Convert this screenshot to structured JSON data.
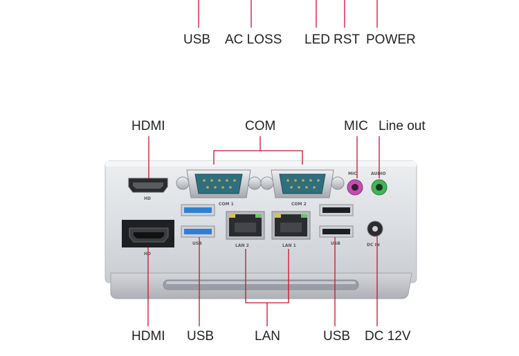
{
  "top_labels": {
    "usb": "USB",
    "ac_loss": "AC LOSS",
    "led": "LED",
    "rst": "RST",
    "power": "POWER"
  },
  "mid_labels": {
    "hdmi": "HDMI",
    "com": "COM",
    "mic": "MIC",
    "line_out": "Line out"
  },
  "bottom_labels": {
    "hdmi": "HDMI",
    "usb_left": "USB",
    "lan": "LAN",
    "usb_right": "USB",
    "dc": "DC 12V"
  },
  "panel_text": {
    "hd_top": "HD",
    "hd_bottom": "HD",
    "com1": "COM 1",
    "com2": "COM 2",
    "mic": "MIC",
    "audio": "AUDIO",
    "usb_left": "USB",
    "lan2": "LAN 2",
    "lan1": "LAN 1",
    "usb_right": "USB",
    "dc_in": "DC IN"
  },
  "colors": {
    "leader_line": "#c8102e",
    "usb3_blue": "#2f7fd6",
    "mic_pink": "#c24fb1",
    "audio_green": "#45b35b"
  }
}
